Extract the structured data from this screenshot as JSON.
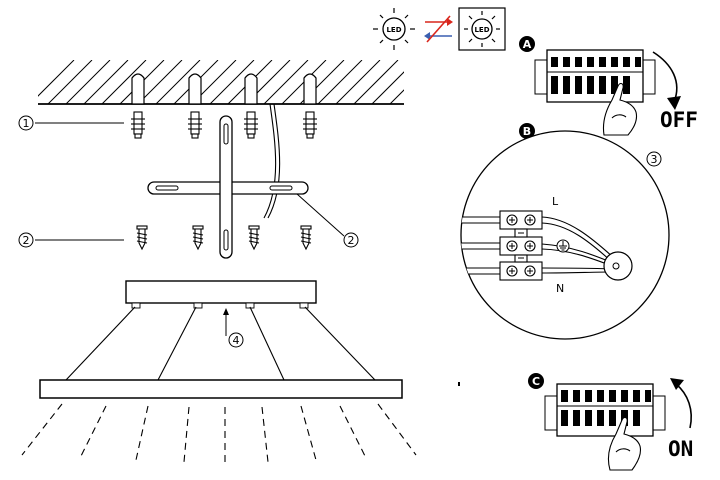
{
  "icons": {
    "led_off": "LED",
    "led_on": "LED",
    "swap": "swap-arrows-icon"
  },
  "callouts": {
    "c1": "1",
    "c2_left": "2",
    "c2_right": "2",
    "c3": "3",
    "c4": "4"
  },
  "steps": {
    "a": {
      "label": "A",
      "caption": "OFF"
    },
    "b": {
      "label": "B",
      "wire_l": "L",
      "wire_n": "N"
    },
    "c": {
      "label": "C",
      "caption": "ON"
    }
  },
  "colors": {
    "ink": "#000000",
    "paper": "#ffffff",
    "swap_red": "#d9261c",
    "swap_blue": "#3a5fb0"
  }
}
